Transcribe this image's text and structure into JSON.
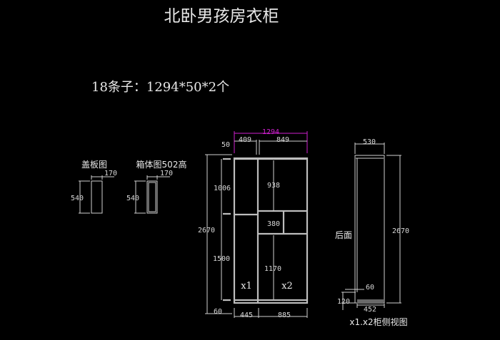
{
  "title": "北卧男孩房衣柜",
  "subtitle": "18条子：1294*50*2个",
  "colors": {
    "background": "#000000",
    "lines": "#cfcfcf",
    "accent_dimension": "#d020d0"
  },
  "cover_panel": {
    "label": "盖板图",
    "width": "170",
    "height": "540"
  },
  "box_panel": {
    "label": "箱体图502高",
    "width": "170",
    "height": "540"
  },
  "front_view": {
    "overall_width": "1294",
    "left_width_top": "409",
    "right_width_top": "849",
    "top_gap": "50",
    "upper_height": "1006",
    "lower_height": "1500",
    "total_height": "2670",
    "plinth": "60",
    "right_upper": "938",
    "right_middle": "380",
    "right_lower": "1170",
    "left_width_bottom": "445",
    "right_width_bottom": "885",
    "unit_left": "x1",
    "unit_right": "x2"
  },
  "side_view": {
    "depth_top": "530",
    "height": "2670",
    "back_label": "后面",
    "recess": "60",
    "plinth_height": "120",
    "depth_bottom": "452",
    "caption": "x1.x2柜侧视图"
  }
}
